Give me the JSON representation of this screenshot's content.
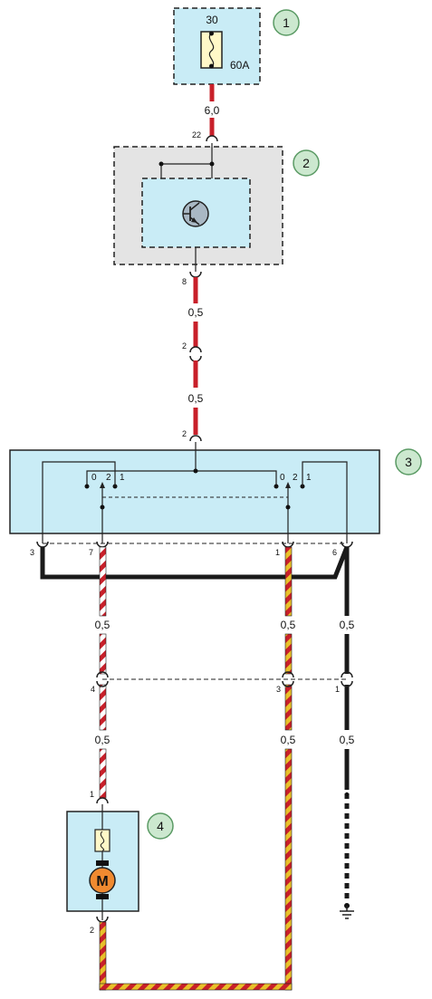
{
  "colors": {
    "box_fill": "#c9ecf6",
    "relay_outer_fill": "#e4e4e4",
    "callout_fill": "#cce8cf",
    "callout_stroke": "#5a9a64",
    "wire_red": "#c8202a",
    "wire_yellow": "#e8c02a",
    "wire_black": "#1a1a1a",
    "motor_fill": "#f08a30",
    "fuse_fill": "#fff8c8"
  },
  "callouts": [
    "1",
    "2",
    "3",
    "4"
  ],
  "fuse1": {
    "terminal": "30",
    "rating": "60A"
  },
  "motor_label": "M",
  "wire_sizes": {
    "main_feed": "6,0",
    "relay_out_1": "0,5",
    "relay_out_2": "0,5",
    "left_upper": "0,5",
    "left_lower": "0,5",
    "mid_upper": "0,5",
    "mid_lower": "0,5",
    "right_upper": "0,5",
    "right_lower": "0,5"
  },
  "pins": {
    "relay_in": "22",
    "relay_out": "8",
    "connector_mid": "2",
    "switch_in": "2",
    "switch_3": "3",
    "switch_7": "7",
    "switch_1": "1",
    "switch_6": "6",
    "conn_4": "4",
    "conn_3": "3",
    "conn_1": "1",
    "motor_1": "1",
    "motor_2": "2"
  },
  "switch_positions": {
    "left_0": "0",
    "left_2": "2",
    "left_1": "1",
    "right_0": "0",
    "right_2": "2",
    "right_1": "1"
  }
}
